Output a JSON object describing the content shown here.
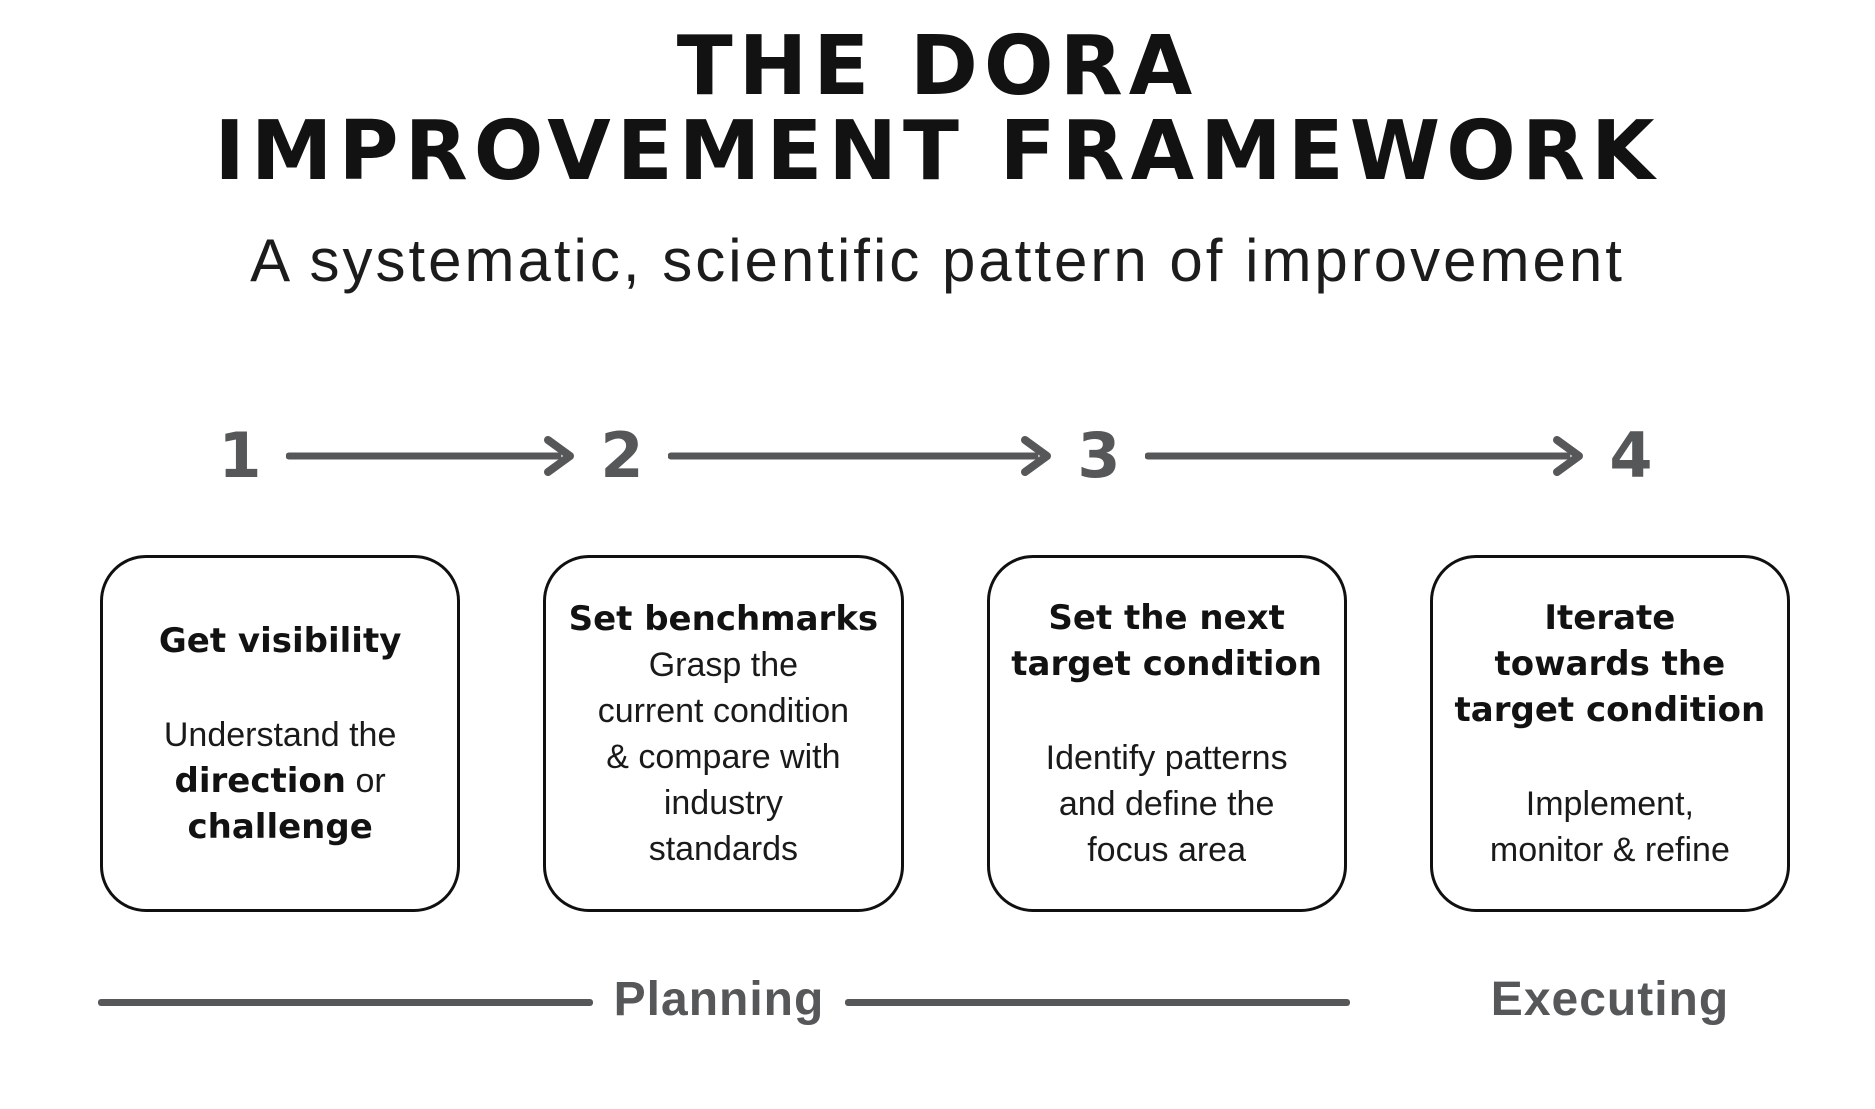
{
  "title": {
    "line1": "THE DORA",
    "line2": "IMPROVEMENT FRAMEWORK"
  },
  "subtitle": "A systematic, scientific pattern of improvement",
  "steps": {
    "numbers": [
      "1",
      "2",
      "3",
      "4"
    ]
  },
  "boxes": [
    {
      "heading_lines": [
        "Get visibility"
      ],
      "spacer_after_heading": true,
      "body_lines": [
        [
          {
            "text": "Understand the",
            "bold": false
          }
        ],
        [
          {
            "text": "direction",
            "bold": true
          },
          {
            "text": " or",
            "bold": false
          }
        ],
        [
          {
            "text": "challenge",
            "bold": true
          }
        ]
      ]
    },
    {
      "heading_lines": [
        "Set benchmarks"
      ],
      "spacer_after_heading": false,
      "body_lines": [
        [
          {
            "text": "Grasp the",
            "bold": false
          }
        ],
        [
          {
            "text": "current condition",
            "bold": false
          }
        ],
        [
          {
            "text": "& compare with",
            "bold": false
          }
        ],
        [
          {
            "text": "industry",
            "bold": false
          }
        ],
        [
          {
            "text": "standards",
            "bold": false
          }
        ]
      ]
    },
    {
      "heading_lines": [
        "Set the next",
        "target condition"
      ],
      "spacer_after_heading": true,
      "body_lines": [
        [
          {
            "text": "Identify patterns",
            "bold": false
          }
        ],
        [
          {
            "text": "and define the",
            "bold": false
          }
        ],
        [
          {
            "text": "focus area",
            "bold": false
          }
        ]
      ]
    },
    {
      "heading_lines": [
        "Iterate",
        "towards the",
        "target condition"
      ],
      "spacer_after_heading": true,
      "body_lines": [
        [
          {
            "text": "Implement,",
            "bold": false
          }
        ],
        [
          {
            "text": "monitor & refine",
            "bold": false
          }
        ]
      ]
    }
  ],
  "phases": {
    "planning": "Planning",
    "executing": "Executing"
  },
  "colors": {
    "ink": "#121212",
    "gray": "#565759"
  }
}
